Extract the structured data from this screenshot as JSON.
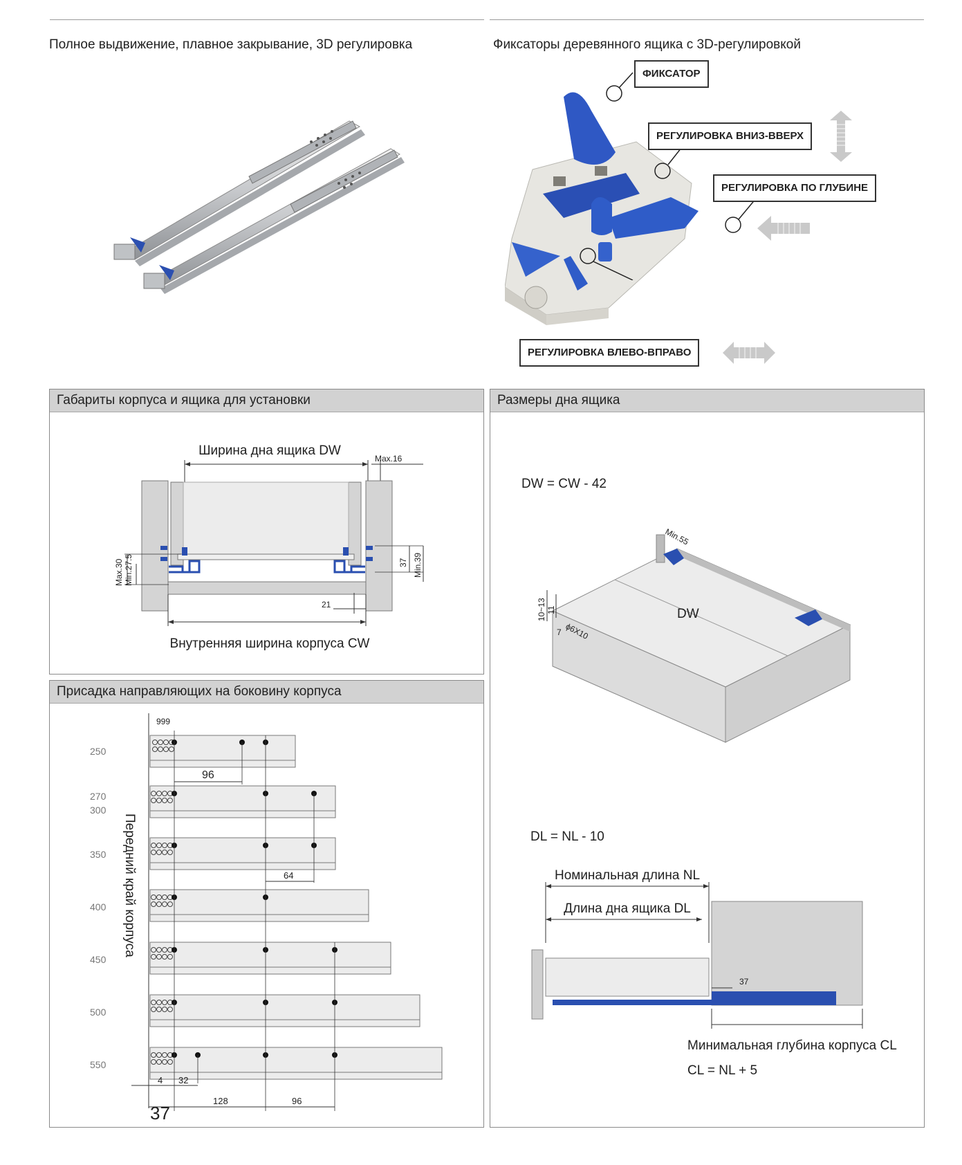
{
  "top": {
    "left_caption": "Полное выдвижение, плавное закрывание, 3D регулировка",
    "right_caption": "Фиксаторы деревянного ящика с 3D-регулировкой",
    "callouts": {
      "fixator": "ФИКСАТОР",
      "up_down": "РЕГУЛИРОВКА ВНИЗ-ВВЕРХ",
      "depth": "РЕГУЛИРОВКА ПО ГЛУБИНЕ",
      "left_right": "РЕГУЛИРОВКА ВЛЕВО-ВПРАВО"
    }
  },
  "panel_cabinet": {
    "title": "Габариты корпуса и ящика для установки",
    "label_dw": "Ширина дна ящика DW",
    "label_cw": "Внутренняя ширина корпуса CW",
    "max16": "Max.16",
    "max30": "Max.30",
    "min275": "Min.27.5",
    "d37": "37",
    "min39": "Min.39",
    "d21": "21"
  },
  "panel_bottom": {
    "title": "Размеры дна ящика",
    "formula_dw": "DW = CW - 42",
    "min55": "Min.55",
    "dw": "DW",
    "d1013": "10~13",
    "d11": "11",
    "d6x10": "ϕ6X10",
    "d7": "7",
    "formula_dl": "DL = NL - 10",
    "label_nl": "Номинальная длина NL",
    "label_dl": "Длина дна ящика DL",
    "d37": "37",
    "label_cl": "Минимальная глубина корпуса CL",
    "formula_cl": "CL = NL + 5"
  },
  "panel_holes": {
    "title": "Присадка направляющих на боковину корпуса",
    "vertical_label": "Передний край корпуса",
    "pitch": "999",
    "sizes": [
      "250",
      "270",
      "300",
      "350",
      "400",
      "450",
      "500",
      "550"
    ],
    "d96a": "96",
    "d64": "64",
    "d4": "4",
    "d32": "32",
    "d128": "128",
    "d96b": "96"
  },
  "page_number": "37"
}
